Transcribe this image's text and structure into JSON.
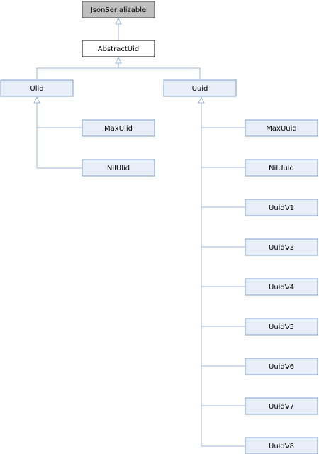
{
  "colors": {
    "node_fill": "#e8eef8",
    "node_border": "#7f9fc8",
    "root_fill": "#bfbfbf",
    "root_border": "#404040",
    "focus_fill": "#ffffff",
    "focus_border": "#000000",
    "edge": "#9fb7d8"
  },
  "nodes": {
    "json_serializable": "JsonSerializable",
    "abstract_uid": "AbstractUid",
    "ulid": "Ulid",
    "uuid": "Uuid",
    "max_ulid": "MaxUlid",
    "nil_ulid": "NilUlid",
    "max_uuid": "MaxUuid",
    "nil_uuid": "NilUuid",
    "uuid_v1": "UuidV1",
    "uuid_v3": "UuidV3",
    "uuid_v4": "UuidV4",
    "uuid_v5": "UuidV5",
    "uuid_v6": "UuidV6",
    "uuid_v7": "UuidV7",
    "uuid_v8": "UuidV8"
  }
}
